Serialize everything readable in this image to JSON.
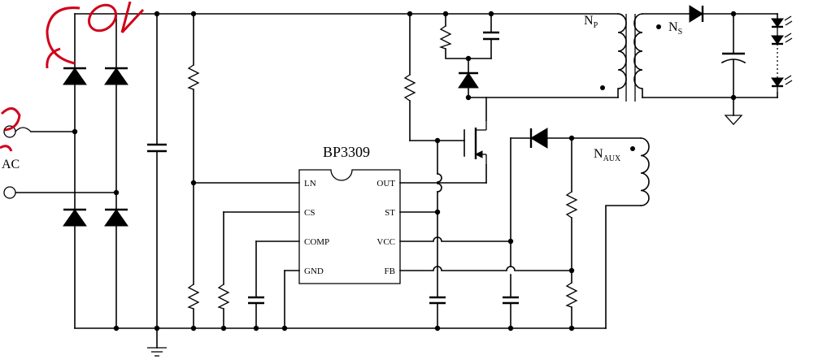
{
  "chip": {
    "name": "BP3309",
    "pins_left": [
      "LN",
      "CS",
      "COMP",
      "GND"
    ],
    "pins_right": [
      "OUT",
      "ST",
      "VCC",
      "FB"
    ]
  },
  "labels": {
    "ac": "AC",
    "np_main": "N",
    "np_sub": "P",
    "ns_main": "N",
    "ns_sub": "S",
    "naux_main": "N",
    "naux_sub": "AUX"
  },
  "colors": {
    "wire": "#000000",
    "watermark": "#d0021b"
  }
}
